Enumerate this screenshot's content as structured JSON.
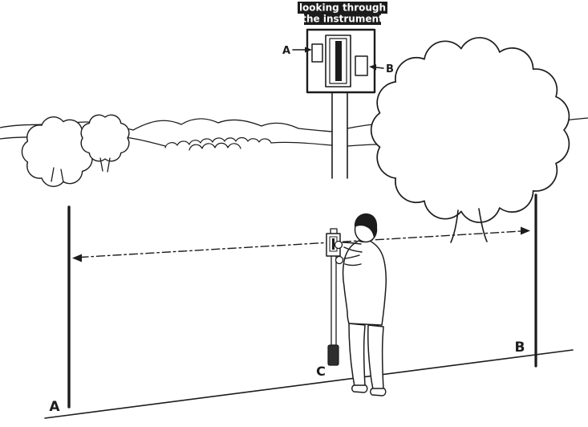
{
  "figure": {
    "description": "Surveying diagram: observer at C uses a line ranger to sight ranging poles A and B",
    "colors": {
      "ink": "#1c1c1c",
      "paper": "#ffffff",
      "weight": "#2e2e2e"
    }
  },
  "inset": {
    "caption_line1": "looking through",
    "caption_line2": "the instrument",
    "label_a": "A",
    "label_b": "B"
  },
  "scene": {
    "pole_a_label": "A",
    "pole_b_label": "B",
    "observer_label": "C"
  }
}
